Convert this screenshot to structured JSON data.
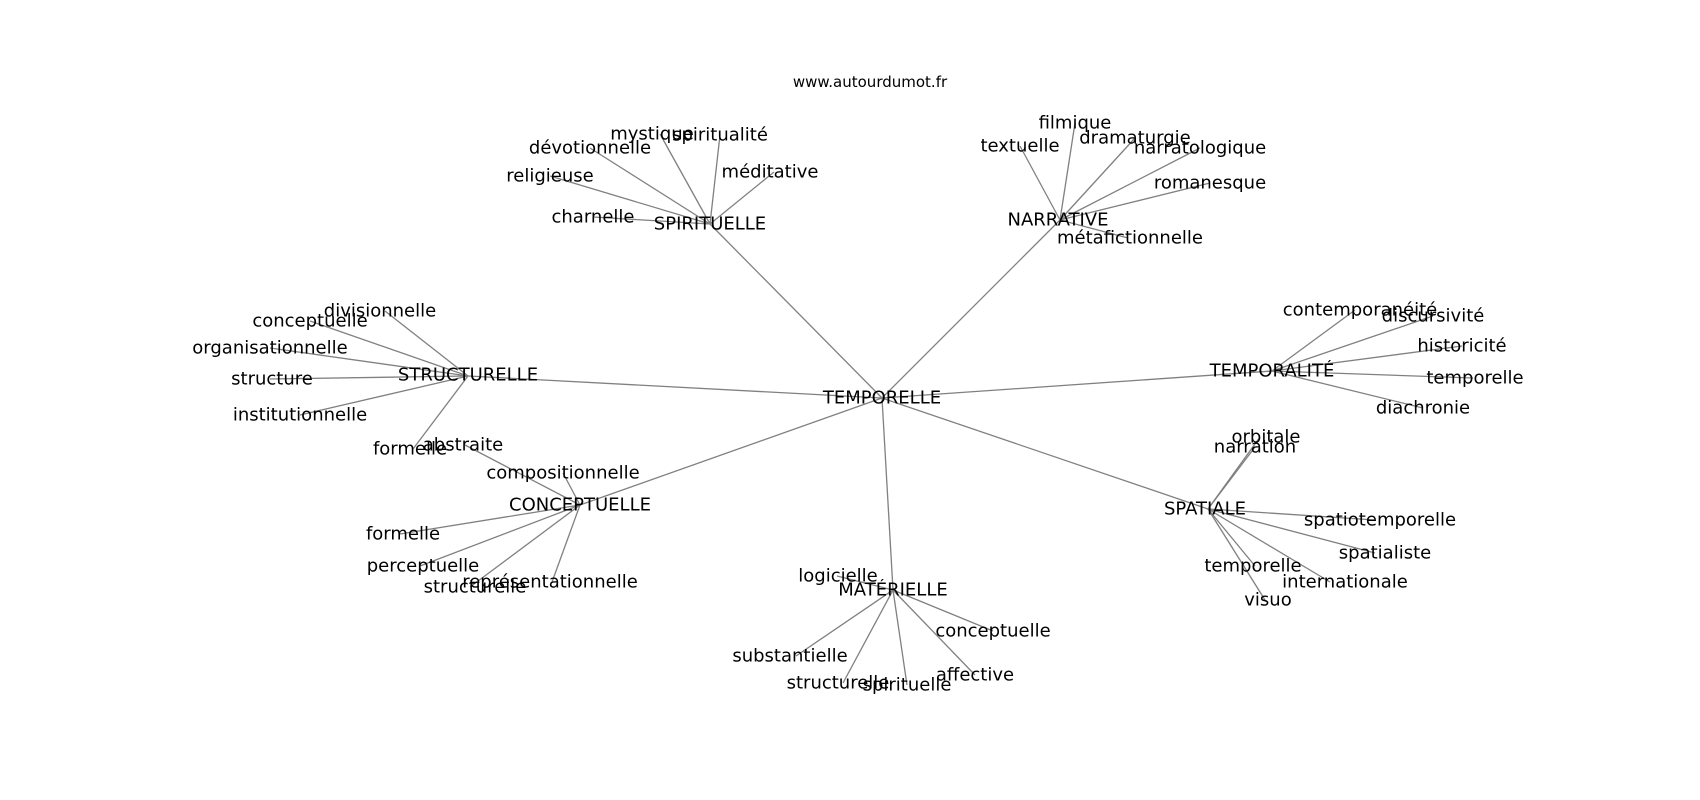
{
  "watermark": "www.autourdumot.fr",
  "root": "TEMPORELLE",
  "hubs": {
    "spirituelle": "SPIRITUELLE",
    "narrative": "NARRATIVE",
    "structurelle": "STRUCTURELLE",
    "temporalite": "TEMPORALITÉ",
    "conceptuelle": "CONCEPTUELLE",
    "materielle": "MATÉRIELLE",
    "spatiale": "SPATIALE"
  },
  "leaves": {
    "spirituelle": [
      "mystique",
      "spiritualité",
      "dévotionnelle",
      "méditative",
      "religieuse",
      "charnelle"
    ],
    "narrative": [
      "filmique",
      "textuelle",
      "dramaturgie",
      "narratologique",
      "romanesque",
      "métafictionnelle"
    ],
    "structurelle": [
      "divisionnelle",
      "conceptuelle",
      "organisationnelle",
      "structure",
      "institutionnelle",
      "formelle"
    ],
    "temporalite": [
      "contemporanéité",
      "discursivité",
      "historicité",
      "temporelle",
      "diachronie"
    ],
    "conceptuelle": [
      "abstraite",
      "compositionnelle",
      "formelle",
      "perceptuelle",
      "structurelle",
      "représentationnelle"
    ],
    "materielle": [
      "logicielle",
      "conceptuelle",
      "substantielle",
      "affective",
      "structurelle",
      "spirituelle"
    ],
    "spatiale": [
      "orbitale",
      "narration",
      "spatiotemporelle",
      "spatialiste",
      "temporelle",
      "internationale",
      "visuo"
    ]
  }
}
